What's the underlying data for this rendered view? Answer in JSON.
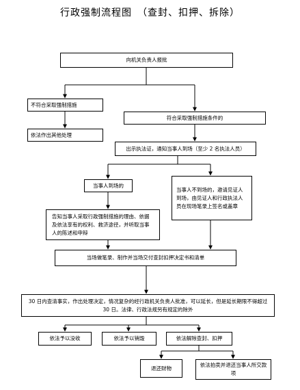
{
  "title": "行政强制流程图　（查封、扣押、拆除）",
  "nodes": {
    "report": "向机关负责人报批",
    "not_meet": "不符合采取强制措施",
    "other_handling": "依法作出其他处理",
    "meet": "符合采取强制措施条件的",
    "show_credentials": "出示执法证，通知当事人到场（至少 2 名执法人员）",
    "party_present": "当事人到场的",
    "party_absent": "当事人不到场的，邀请见证人到场，由见证人和行政执法人员在现场笔录上签名或盖章",
    "inform": "告知当事人采取行政强制措施的理由、依据及依法享有的权利、救济途径，并听取当事人的陈述和申辩",
    "record": "当场做笔录、制作并当场交付查封扣押决定书和清单",
    "decision": "30 日内查清事实，作出处理决定，情况复杂的经行政机关负责人批准，可以延长，但是延长期限不得超过 30 日。法律、行政法规另有规定的除外",
    "confiscate": "依法予以没收",
    "destroy": "依法予以销毁",
    "release": "依法解除查封、扣押",
    "return_property": "退还财物",
    "auction_refund": "依法拍卖并退还当事人所交款项"
  }
}
